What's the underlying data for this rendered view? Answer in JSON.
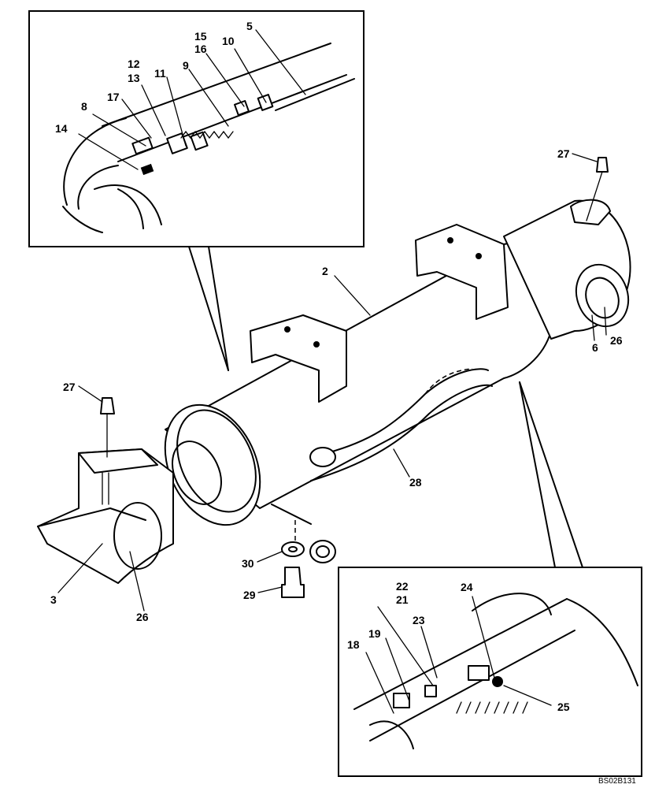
{
  "drawing_ref": "BS02B131",
  "callouts": {
    "c2": "2",
    "c3": "3",
    "c5": "5",
    "c6": "6",
    "c8": "8",
    "c9": "9",
    "c10": "10",
    "c11": "11",
    "c12": "12",
    "c13": "13",
    "c14": "14",
    "c15": "15",
    "c16": "16",
    "c17": "17",
    "c18": "18",
    "c19": "19",
    "c21": "21",
    "c22": "22",
    "c23": "23",
    "c24": "24",
    "c25": "25",
    "c26a": "26",
    "c26b": "26",
    "c27a": "27",
    "c27b": "27",
    "c28": "28",
    "c29": "29",
    "c30": "30"
  }
}
